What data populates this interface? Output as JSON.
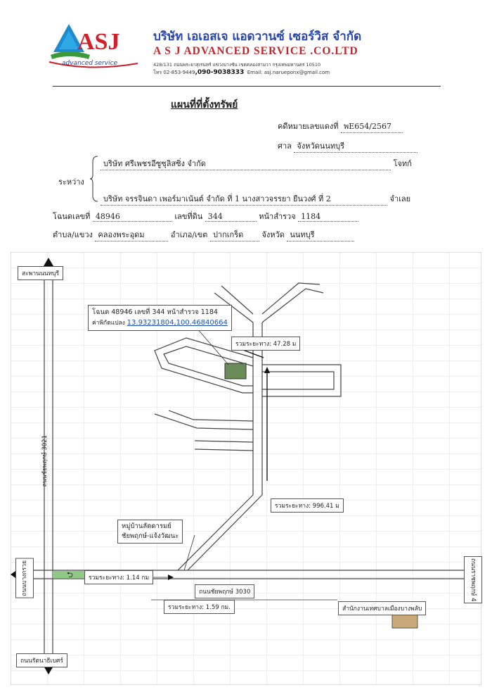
{
  "header": {
    "logo_text": "ASJ",
    "logo_sub": "advanced service",
    "company_th": "บริษัท เอเอสเจ แอดวานซ์  เซอร์วิส จำกัด",
    "company_en": "A S J ADVANCED SERVICE .CO.LTD",
    "address": "428/131  ถนนพระยาสุเรนทร์ แขวงบางชัน  เขตคลองสามวา  กรุงเทพมหานคร  10510",
    "phone_prefix": "โทร 02-853-9449",
    "phone_mobile": ",090-9038333",
    "email": "Email: asj.narueponx@gmail.com"
  },
  "document": {
    "title": "แผนที่ที่ตั้งทรัพย์",
    "case_label": "คดีหมายเลขแดงที่",
    "case_value": "พE654/2567",
    "court_label": "ศาล",
    "court_value": "จังหวัดนนทบุรี",
    "between_label": "ระหว่าง",
    "plaintiff": "บริษัท ศรีเพชรอีซูซุลิสซิ่ง จำกัด",
    "plaintiff_role": "โจทก์",
    "defendant": "บริษัท จรรจินดา เพอร์มาเน้นต์ จำกัด ที่ 1 นางสาวจรรยา ยืนวงศ์ ที่ 2",
    "defendant_role": "จำเลย",
    "deed_label": "โฉนดเลขที่",
    "deed_value": "48946",
    "land_no_label": "เลขที่ดิน",
    "land_no_value": "344",
    "survey_label": "หน้าสำรวจ",
    "survey_value": "1184",
    "subdistrict_label": "ตำบล/แขวง",
    "subdistrict_value": "คลองพระอุดม",
    "district_label": "อำเภอ/เขต",
    "district_value": "ปากเกร็ด",
    "province_label": "จังหวัด",
    "province_value": "นนทบุรี"
  },
  "map": {
    "bridge_label": "สะพานนนทบุรี",
    "road_rattanathibet": "ถนนรัตนาธิเบศร์",
    "road_chaiyaphruek_vertical": "ถนนชัยพฤกษ์ 3021",
    "road_chaiyaphruek_3030": "ถนนชัยพฤกษ์  3030",
    "road_left_vertical": "ถนนบางกรวย",
    "road_right_vertical": "ถนนราชพฤกษ์ 4",
    "property_info": "โฉนด 48946 เลขที่ 344 หน้าสำรวจ 1184",
    "coord_label": "ค่าพิกัดแปลง",
    "coord_value": "13.93231804,100.46840664",
    "dist_1": "รวมระยะทาง: 47.28 ม",
    "dist_2": "รวมระยะทาง: 996.41 ม",
    "dist_3": "รวมระยะทาง: 1.14 กม",
    "dist_4": "รวมระยะทาง: 1.59 กม.",
    "village_line1": "หมู่บ้านลัดดารมย์",
    "village_line2": "ชัยพฤกษ์-แจ้งวัฒนะ",
    "municipal_office": "สำนักงานเทศบาลเมืองบางพลับ"
  }
}
